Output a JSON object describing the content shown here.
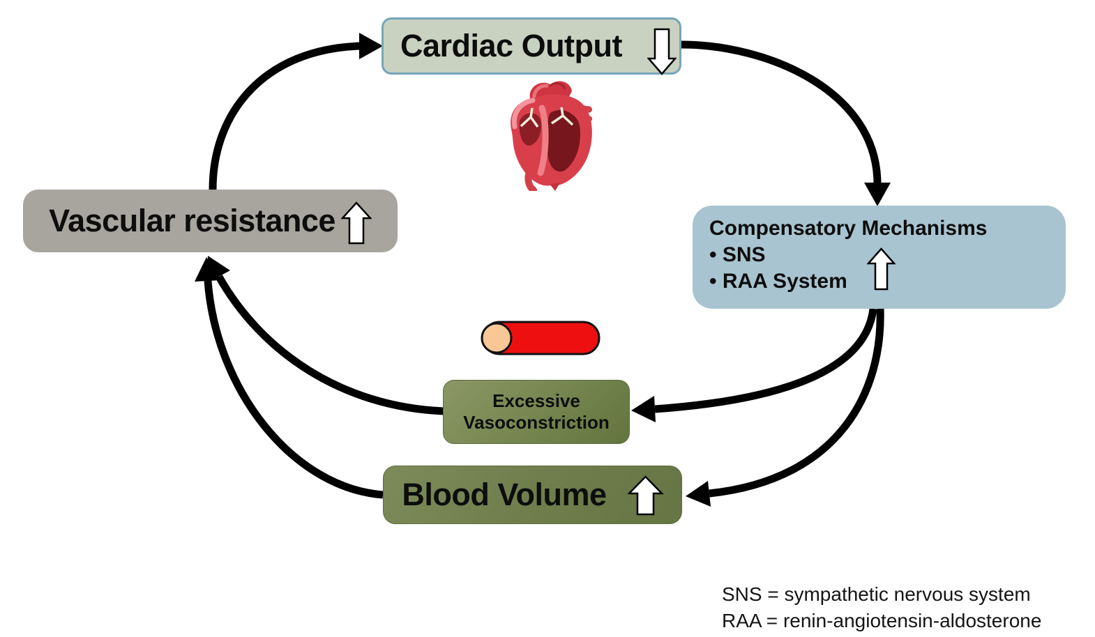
{
  "boxes": {
    "cardiac_output": {
      "label": "Cardiac Output",
      "trend_icon": "down-arrow",
      "fill": "#c9d1c1",
      "border": "#76a5b8"
    },
    "compensatory_mechanisms": {
      "title": "Compensatory Mechanisms",
      "bullets": [
        "• SNS",
        "• RAA System"
      ],
      "trend_icon": "up-arrow",
      "fill": "#a8c4d0"
    },
    "vascular_resistance": {
      "label": "Vascular resistance",
      "trend_icon": "up-arrow",
      "fill": "#a8a49e"
    },
    "excessive_vasoconstriction": {
      "label_line1": "Excessive",
      "label_line2": "Vasoconstriction",
      "fill": "#75854f"
    },
    "blood_volume": {
      "label": "Blood Volume",
      "trend_icon": "up-arrow",
      "fill": "#6f7e4c"
    }
  },
  "legend": {
    "line1": "SNS = sympathetic nervous system",
    "line2": "RAA = renin-angiotensin-aldosterone"
  },
  "illustrations": {
    "heart": "anatomical-heart-cross-section",
    "blood_vessel": "red-blood-vessel-segment"
  },
  "arrows": {
    "color": "#000000",
    "connections": [
      "vascular-resistance to cardiac-output",
      "cardiac-output to compensatory-mechanisms",
      "compensatory-mechanisms to excessive-vasoconstriction",
      "compensatory-mechanisms to blood-volume",
      "excessive-vasoconstriction to vascular-resistance",
      "blood-volume to vascular-resistance"
    ]
  }
}
